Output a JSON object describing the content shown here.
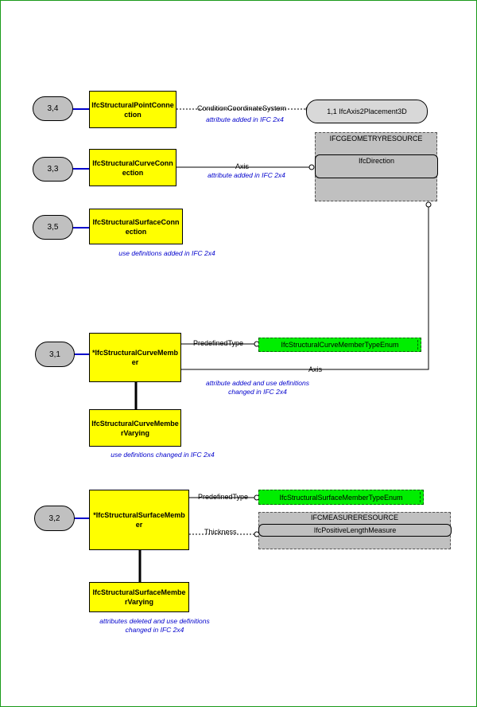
{
  "page_refs": {
    "r34": "3,4",
    "r33": "3,3",
    "r35": "3,5",
    "r31": "3,1",
    "r32": "3,2"
  },
  "entities": {
    "point_connection": "IfcStructuralPointConnection",
    "curve_connection": "IfcStructuralCurveConnection",
    "surface_connection": "IfcStructuralSurfaceConnection",
    "curve_member": "*IfcStructuralCurveMember",
    "curve_member_varying": "IfcStructuralCurveMemberVarying",
    "surface_member": "*IfcStructuralSurfaceMember",
    "surface_member_varying": "IfcStructuralSurfaceMemberVarying"
  },
  "external": {
    "axis2placement": "1,1 IfcAxis2Placement3D",
    "geometry_resource": "IFCGEOMETRYRESOURCE",
    "direction": "IfcDirection",
    "measure_resource": "IFCMEASURERESOURCE",
    "positive_length": "IfcPositiveLengthMeasure",
    "curve_member_type_enum": "IfcStructuralCurveMemberTypeEnum",
    "surface_member_type_enum": "IfcStructuralSurfaceMemberTypeEnum"
  },
  "attributes": {
    "condition_cs": "ConditionCoordinateSystem",
    "axis_curve_connection": "Axis",
    "predefined_type_curve": "PredefinedType",
    "axis_curve_member": "Axis",
    "predefined_type_surface": "PredefinedType",
    "thickness": "Thickness"
  },
  "notes": {
    "n1": "attribute added in IFC 2x4",
    "n2": "attribute added in IFC 2x4",
    "n3": "use definitions added in IFC 2x4",
    "n4_line1": "attribute added and use definitions",
    "n4_line2": "changed in IFC 2x4",
    "n5": "use definitions changed in IFC 2x4",
    "n6_line1": "attributes deleted and use definitions",
    "n6_line2": "changed in IFC 2x4"
  },
  "colors": {
    "entity_fill": "#ffff00",
    "enum_fill": "#00ee00",
    "ref_link": "#0000cc",
    "note_text": "#0000cc",
    "frame": "#1a9a1a"
  }
}
